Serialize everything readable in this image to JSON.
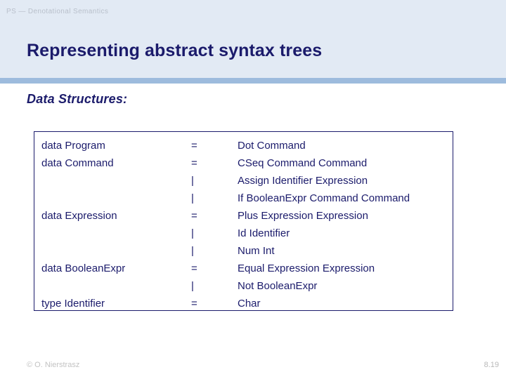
{
  "header": {
    "breadcrumb": "PS — Denotational Semantics",
    "title": "Representing abstract syntax trees",
    "band_color": "#e2eaf4",
    "rule_color": "#9dbbdd",
    "title_color": "#1b1b6b"
  },
  "section": {
    "heading": "Data Structures:"
  },
  "grammar": {
    "border_color": "#1b1b6b",
    "text_color": "#1b1b6b",
    "rows": [
      {
        "lhs": "data Program",
        "op": "=",
        "rhs": "Dot Command"
      },
      {
        "lhs": "data Command",
        "op": "=",
        "rhs": "CSeq Command Command"
      },
      {
        "lhs": "",
        "op": "|",
        "rhs": "Assign Identifier Expression"
      },
      {
        "lhs": "",
        "op": "|",
        "rhs": "If BooleanExpr Command Command"
      },
      {
        "lhs": "data Expression",
        "op": "=",
        "rhs": "Plus Expression Expression"
      },
      {
        "lhs": "",
        "op": "|",
        "rhs": "Id Identifier"
      },
      {
        "lhs": "",
        "op": "|",
        "rhs": "Num Int"
      },
      {
        "lhs": "data BooleanExpr",
        "op": "=",
        "rhs": "Equal Expression Expression"
      },
      {
        "lhs": "",
        "op": "|",
        "rhs": "Not BooleanExpr"
      },
      {
        "lhs": "type Identifier",
        "op": "=",
        "rhs": "Char"
      }
    ]
  },
  "footer": {
    "copyright": "© O. Nierstrasz",
    "page_number": "8.19"
  }
}
